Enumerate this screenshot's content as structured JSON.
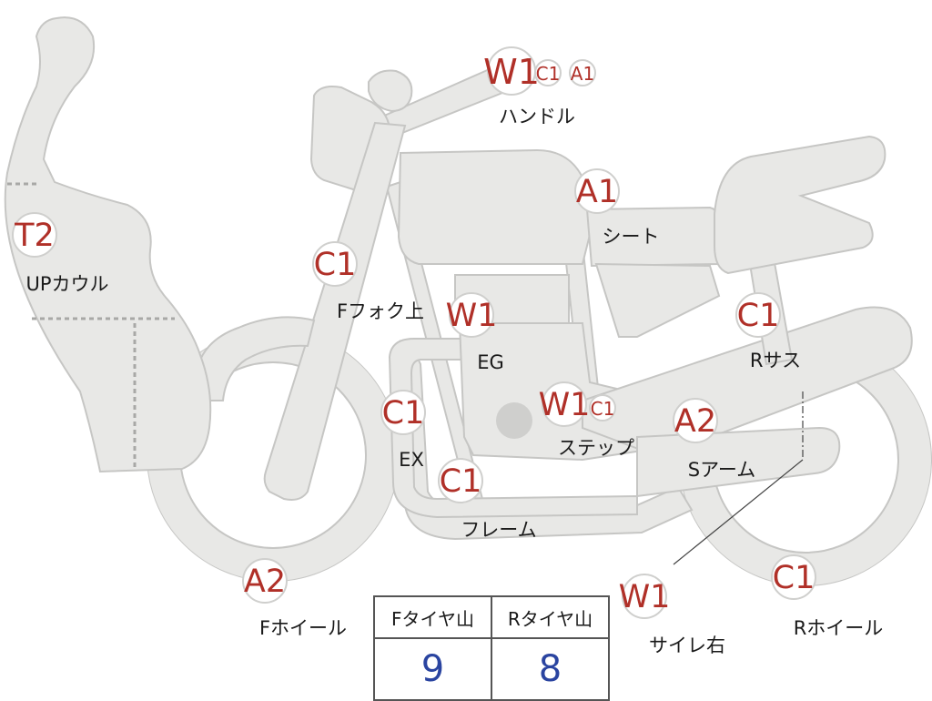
{
  "colors": {
    "part_fill": "#e8e8e6",
    "part_stroke": "#c6c6c4",
    "code_red": "#b03028",
    "value_blue": "#2a44a0"
  },
  "parts": [
    {
      "id": "handle",
      "codes": [
        "W1",
        "C1",
        "A1"
      ],
      "label": "ハンドル"
    },
    {
      "id": "seat",
      "codes": [
        "A1"
      ],
      "label": "シート"
    },
    {
      "id": "up-cowl",
      "codes": [
        "T2"
      ],
      "label": "UPカウル"
    },
    {
      "id": "f-fork-upper",
      "codes": [
        "C1"
      ],
      "label": "Fフォク上"
    },
    {
      "id": "eg",
      "codes": [
        "W1"
      ],
      "label": "EG"
    },
    {
      "id": "r-sus",
      "codes": [
        "C1"
      ],
      "label": "Rサス"
    },
    {
      "id": "ex",
      "codes": [
        "C1"
      ],
      "label": "EX"
    },
    {
      "id": "step",
      "codes": [
        "W1",
        "C1"
      ],
      "label": "ステップ"
    },
    {
      "id": "s-arm",
      "codes": [
        "A2"
      ],
      "label": "Sアーム"
    },
    {
      "id": "frame",
      "codes": [
        "C1"
      ],
      "label": "フレーム"
    },
    {
      "id": "f-wheel",
      "codes": [
        "A2"
      ],
      "label": "Fホイール"
    },
    {
      "id": "silencer-right",
      "codes": [
        "W1"
      ],
      "label": "サイレ右"
    },
    {
      "id": "r-wheel",
      "codes": [
        "C1"
      ],
      "label": "Rホイール"
    }
  ],
  "tire_tread": {
    "headers": [
      "Fタイヤ山",
      "Rタイヤ山"
    ],
    "values": [
      "9",
      "8"
    ]
  }
}
